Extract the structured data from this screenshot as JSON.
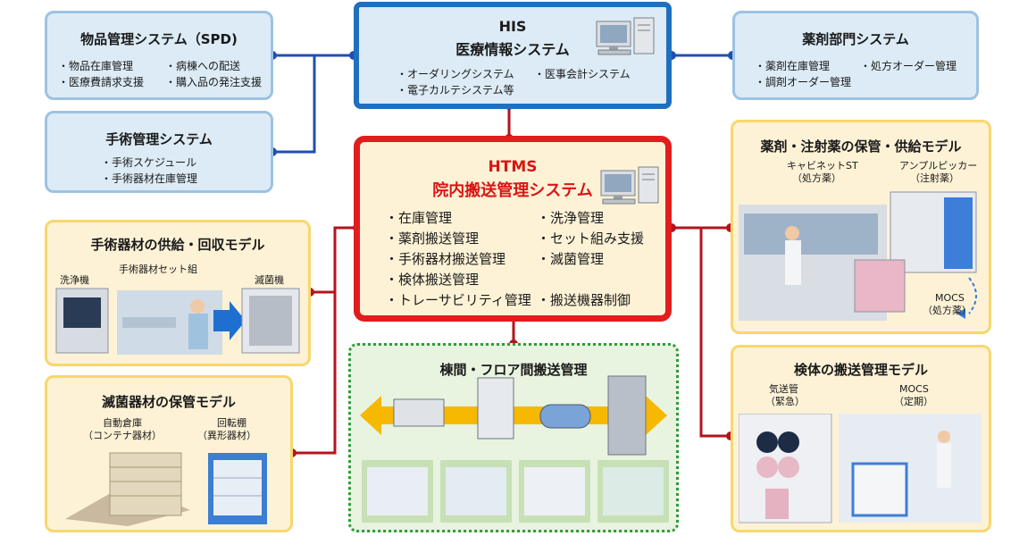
{
  "his": {
    "title1": "HIS",
    "title2": "医療情報システム",
    "items": [
      "・オーダリングシステム",
      "・医事会計システム",
      "・電子カルテシステム等"
    ]
  },
  "spd": {
    "title": "物品管理システム（SPD)",
    "items": [
      "・物品在庫管理",
      "・病棟への配送",
      "・医療費請求支援",
      "・購入品の発注支援"
    ]
  },
  "surgery": {
    "title": "手術管理システム",
    "items": [
      "・手術スケジュール",
      "・手術器材在庫管理"
    ]
  },
  "pharmacy": {
    "title": "薬剤部門システム",
    "items": [
      "・薬剤在庫管理",
      "・処方オーダー管理",
      "・調剤オーダー管理"
    ]
  },
  "htms": {
    "title1": "HTMS",
    "title2": "院内搬送管理システム",
    "items": [
      "・在庫管理",
      "・洗浄管理",
      "・薬剤搬送管理",
      "・セット組み支援",
      "・手術器材搬送管理",
      "・滅菌管理",
      "・検体搬送管理",
      "・トレーサビリティ管理",
      "・搬送機器制御"
    ]
  },
  "instrument_model": {
    "title": "手術器材の供給・回収モデル",
    "labels": [
      "洗浄機",
      "手術器材セット組",
      "滅菌機"
    ]
  },
  "sterile_model": {
    "title": "滅菌器材の保管モデル",
    "labels": [
      "自動倉庫",
      "（コンテナ器材）",
      "回転棚",
      "（異形器材）"
    ]
  },
  "interfloor": {
    "title": "棟間・フロア間搬送管理"
  },
  "drug_model": {
    "title": "薬剤・注射薬の保管・供給モデル",
    "labels": [
      "キャビネットST",
      "（処方薬）",
      "アンプルピッカー",
      "（注射薬）",
      "MOCS",
      "（処方薬）"
    ]
  },
  "specimen_model": {
    "title": "検体の搬送管理モデル",
    "labels": [
      "気送管",
      "（緊急）",
      "MOCS",
      "（定期）"
    ]
  },
  "colors": {
    "his_border": "#1f6fbe",
    "htms_border": "#e11d1d",
    "blue_line": "#1f4fb4",
    "red_line": "#b3141e",
    "arrow": "#f6b800"
  }
}
